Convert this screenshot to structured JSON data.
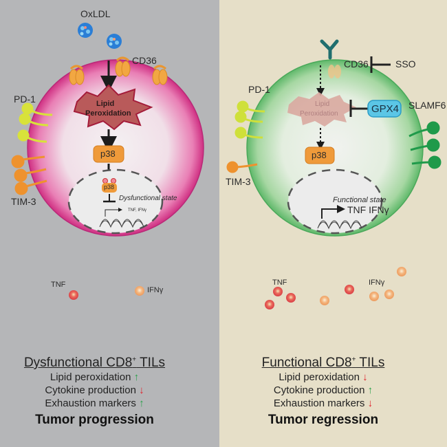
{
  "left": {
    "labels": {
      "oxldl": "OxLDL",
      "cd36": "CD36",
      "pd1": "PD-1",
      "tim3": "TIM-3",
      "lipid_line1": "Lipid",
      "lipid_line2": "Peroxidation",
      "p38": "p38",
      "p38_nuclear": "p38",
      "state": "Dysfunctional state",
      "genes": "TNF, IFNγ",
      "tnf": "TNF",
      "ifng": "IFNγ"
    },
    "summary": {
      "title": "Dysfunctional CD8",
      "title_sup": "+",
      "title_suffix": " TILs",
      "rows": [
        {
          "label": "Lipid peroxidation",
          "arrow": "↑"
        },
        {
          "label": "Cytokine production",
          "arrow": "↓"
        },
        {
          "label": "Exhaustion markers",
          "arrow": "↑"
        }
      ],
      "outcome": "Tumor progression"
    }
  },
  "right": {
    "labels": {
      "cd36": "CD36",
      "sso": "SSO",
      "pd1": "PD-1",
      "tim3": "TIM-3",
      "slamf6": "SLAMF6",
      "gpx4": "GPX4",
      "lipid_line1": "Lipid",
      "lipid_line2": "Peroxidation",
      "p38": "p38",
      "state": "Functional state",
      "genes": "TNF IFNγ",
      "tnf": "TNF",
      "ifng": "IFNγ"
    },
    "summary": {
      "title": "Functional CD8",
      "title_sup": "+",
      "title_suffix": " TILs",
      "rows": [
        {
          "label": "Lipid peroxidation",
          "arrow": "↓"
        },
        {
          "label": "Cytokine production",
          "arrow": "↑"
        },
        {
          "label": "Exhaustion markers",
          "arrow": "↓"
        }
      ],
      "outcome": "Tumor regression"
    }
  },
  "colors": {
    "left_bg": "#b5b6b8",
    "right_bg": "#e6dfc8",
    "dysfunctional_cell": "#d43a8a",
    "functional_cell": "#5cb86a",
    "p38": "#ef9a3a",
    "gpx4": "#5bc6e6",
    "pd1": "#d8e23a",
    "tim3": "#ee922e",
    "slamf6": "#1f9a4a",
    "cd36": "#f2a742",
    "tnf": "#e0474a",
    "ifng": "#f2a86a",
    "up_arrow": "#2aa14a",
    "down_arrow": "#e0202a"
  }
}
